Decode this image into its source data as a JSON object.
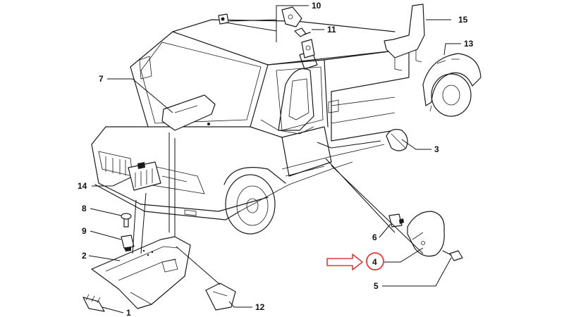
{
  "parts": [
    {
      "id": "p1",
      "label": "1"
    },
    {
      "id": "p2",
      "label": "2"
    },
    {
      "id": "p3",
      "label": "3"
    },
    {
      "id": "p4",
      "label": "4"
    },
    {
      "id": "p5",
      "label": "5"
    },
    {
      "id": "p6",
      "label": "6"
    },
    {
      "id": "p7",
      "label": "7"
    },
    {
      "id": "p8",
      "label": "8"
    },
    {
      "id": "p9",
      "label": "9"
    },
    {
      "id": "p10",
      "label": "10"
    },
    {
      "id": "p11",
      "label": "11"
    },
    {
      "id": "p12",
      "label": "12"
    },
    {
      "id": "p13",
      "label": "13"
    },
    {
      "id": "p14",
      "label": "14"
    },
    {
      "id": "p15",
      "label": "15"
    }
  ],
  "highlight": {
    "label": "4",
    "color": "#e53935"
  }
}
